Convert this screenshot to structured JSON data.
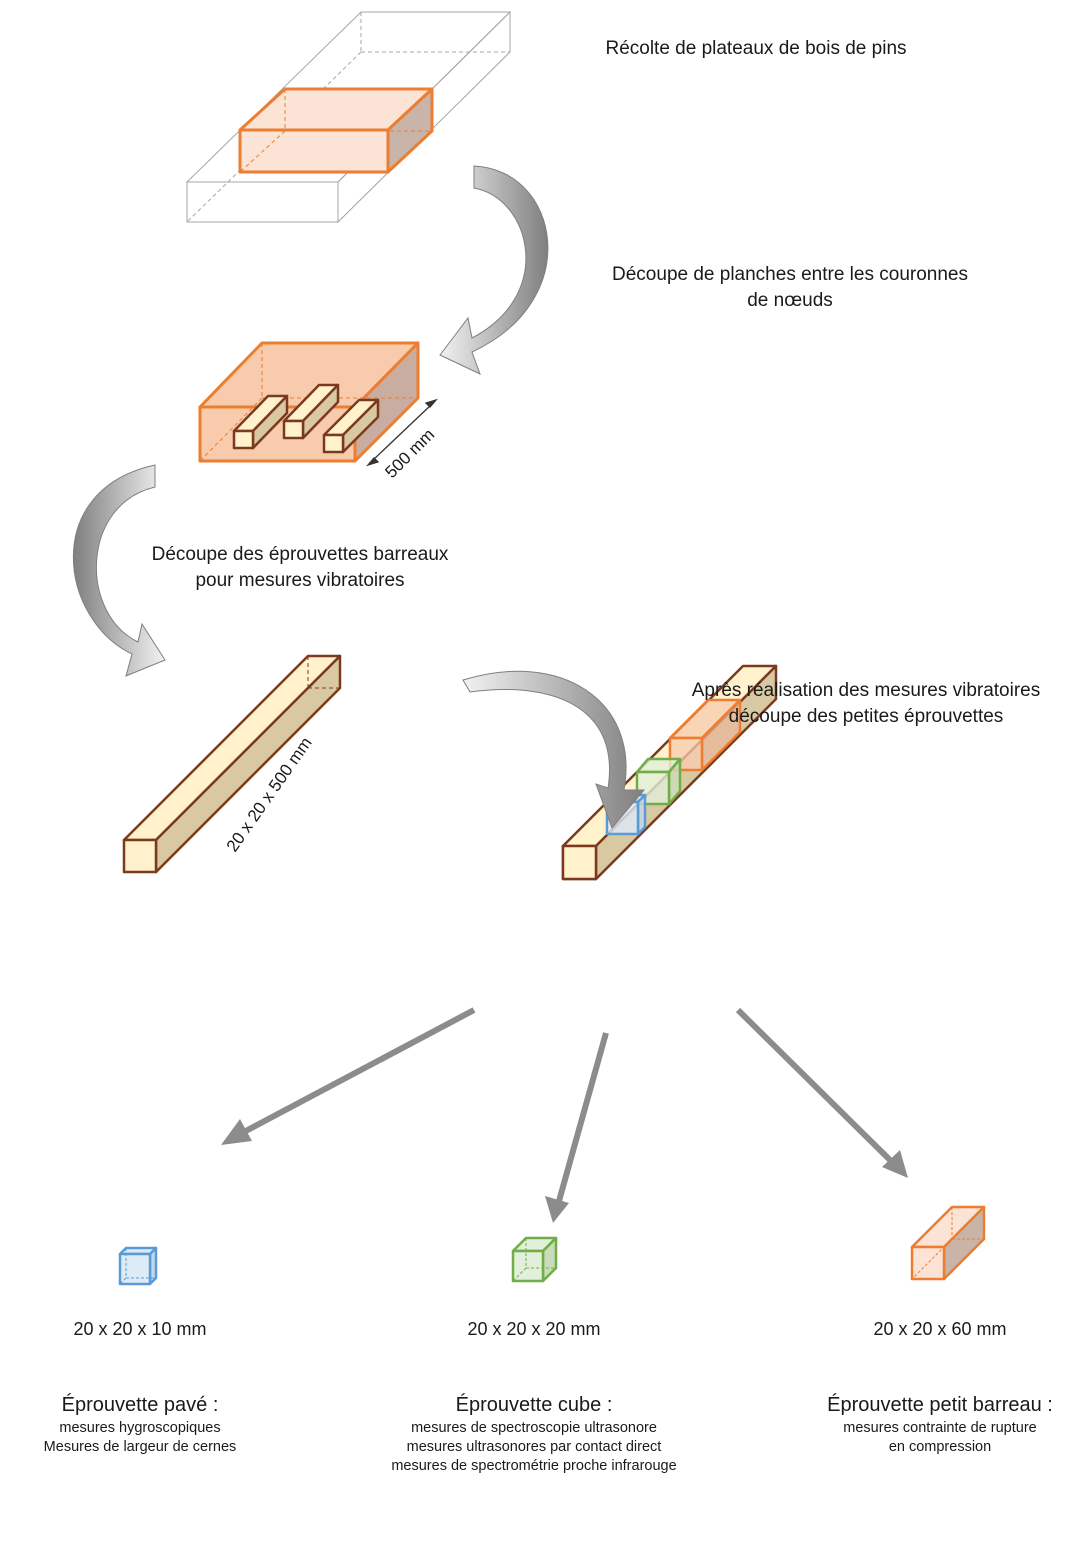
{
  "steps": {
    "step1": "Récolte de plateaux de bois de pins",
    "step2_line1": "Découpe de planches entre les couronnes",
    "step2_line2": "de nœuds",
    "step3_line1": "Découpe des éprouvettes barreaux",
    "step3_line2": "pour mesures vibratoires",
    "step4_line1": "Après réalisation des mesures vibratoires",
    "step4_line2": "découpe des petites éprouvettes"
  },
  "dimensions": {
    "plank_length": "500 mm",
    "bar": "20 x 20 x 500 mm"
  },
  "specimens": [
    {
      "size": "20 x 20 x 10 mm",
      "title": "Éprouvette pavé :",
      "measures": [
        "mesures hygroscopiques",
        "Mesures de largeur de cernes"
      ],
      "color": "#5b9bd5"
    },
    {
      "size": "20 x 20 x 20 mm",
      "title": "Éprouvette cube :",
      "measures": [
        "mesures de spectroscopie ultrasonore",
        "mesures ultrasonores par contact direct",
        "mesures de spectrométrie proche infrarouge"
      ],
      "color": "#70ad47"
    },
    {
      "size": "20 x 20 x 60 mm",
      "title": "Éprouvette petit barreau :",
      "measures": [
        "mesures contrainte de rupture",
        "en compression"
      ],
      "color": "#ed7d31"
    }
  ],
  "colors": {
    "orange": "#ed7d31",
    "brown": "#7b3a1d",
    "wood_fill": "#fcf4d6",
    "arrow_gray": "#8c8c8c"
  }
}
